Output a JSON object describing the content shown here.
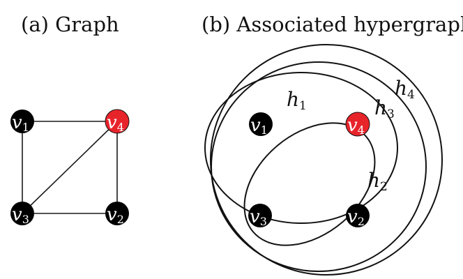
{
  "captions": {
    "graph": "(a) Graph",
    "hypergraph": "(b) Associated hypergraph"
  },
  "colors": {
    "node_default": "#000000",
    "node_highlight": "#e8242b",
    "outer_hyperedge": "#e8242b",
    "ink": "#111111"
  },
  "graph": {
    "nodes": [
      {
        "id": "v1",
        "letter": "v",
        "sub": "1",
        "highlight": false
      },
      {
        "id": "v4",
        "letter": "v",
        "sub": "4",
        "highlight": true
      },
      {
        "id": "v3",
        "letter": "v",
        "sub": "3",
        "highlight": false
      },
      {
        "id": "v2",
        "letter": "v",
        "sub": "2",
        "highlight": false
      }
    ],
    "edges": [
      [
        "v1",
        "v4"
      ],
      [
        "v1",
        "v3"
      ],
      [
        "v4",
        "v3"
      ],
      [
        "v4",
        "v2"
      ],
      [
        "v3",
        "v2"
      ]
    ]
  },
  "hypergraph": {
    "nodes": [
      {
        "id": "v1",
        "letter": "v",
        "sub": "1",
        "highlight": false
      },
      {
        "id": "v4",
        "letter": "v",
        "sub": "4",
        "highlight": true
      },
      {
        "id": "v3",
        "letter": "v",
        "sub": "3",
        "highlight": false
      },
      {
        "id": "v2",
        "letter": "v",
        "sub": "2",
        "highlight": false
      }
    ],
    "hyperedges": [
      {
        "id": "h1",
        "letter": "h",
        "sub": "1"
      },
      {
        "id": "h3",
        "letter": "h",
        "sub": "3"
      },
      {
        "id": "h4",
        "letter": "h",
        "sub": "4"
      },
      {
        "id": "h2",
        "letter": "h",
        "sub": "2"
      }
    ]
  }
}
